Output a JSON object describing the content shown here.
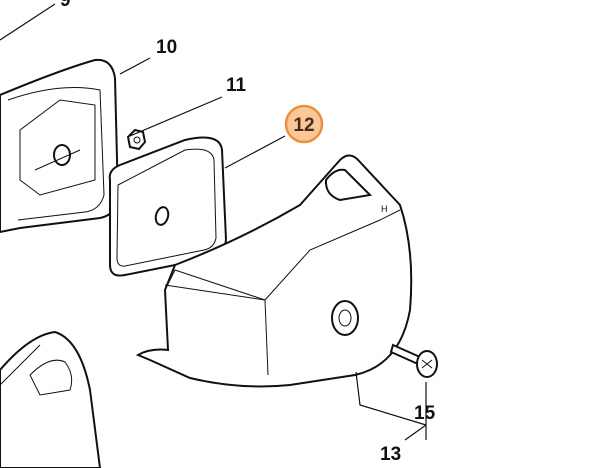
{
  "diagram": {
    "callouts": [
      {
        "id": "9",
        "label": "9"
      },
      {
        "id": "10",
        "label": "10"
      },
      {
        "id": "11",
        "label": "11"
      },
      {
        "id": "12",
        "label": "12",
        "highlighted": true
      },
      {
        "id": "13",
        "label": "13"
      },
      {
        "id": "15",
        "label": "15"
      }
    ],
    "part_marking": "H",
    "highlight_fill": "#f9c79a",
    "highlight_stroke": "#e8913e"
  }
}
